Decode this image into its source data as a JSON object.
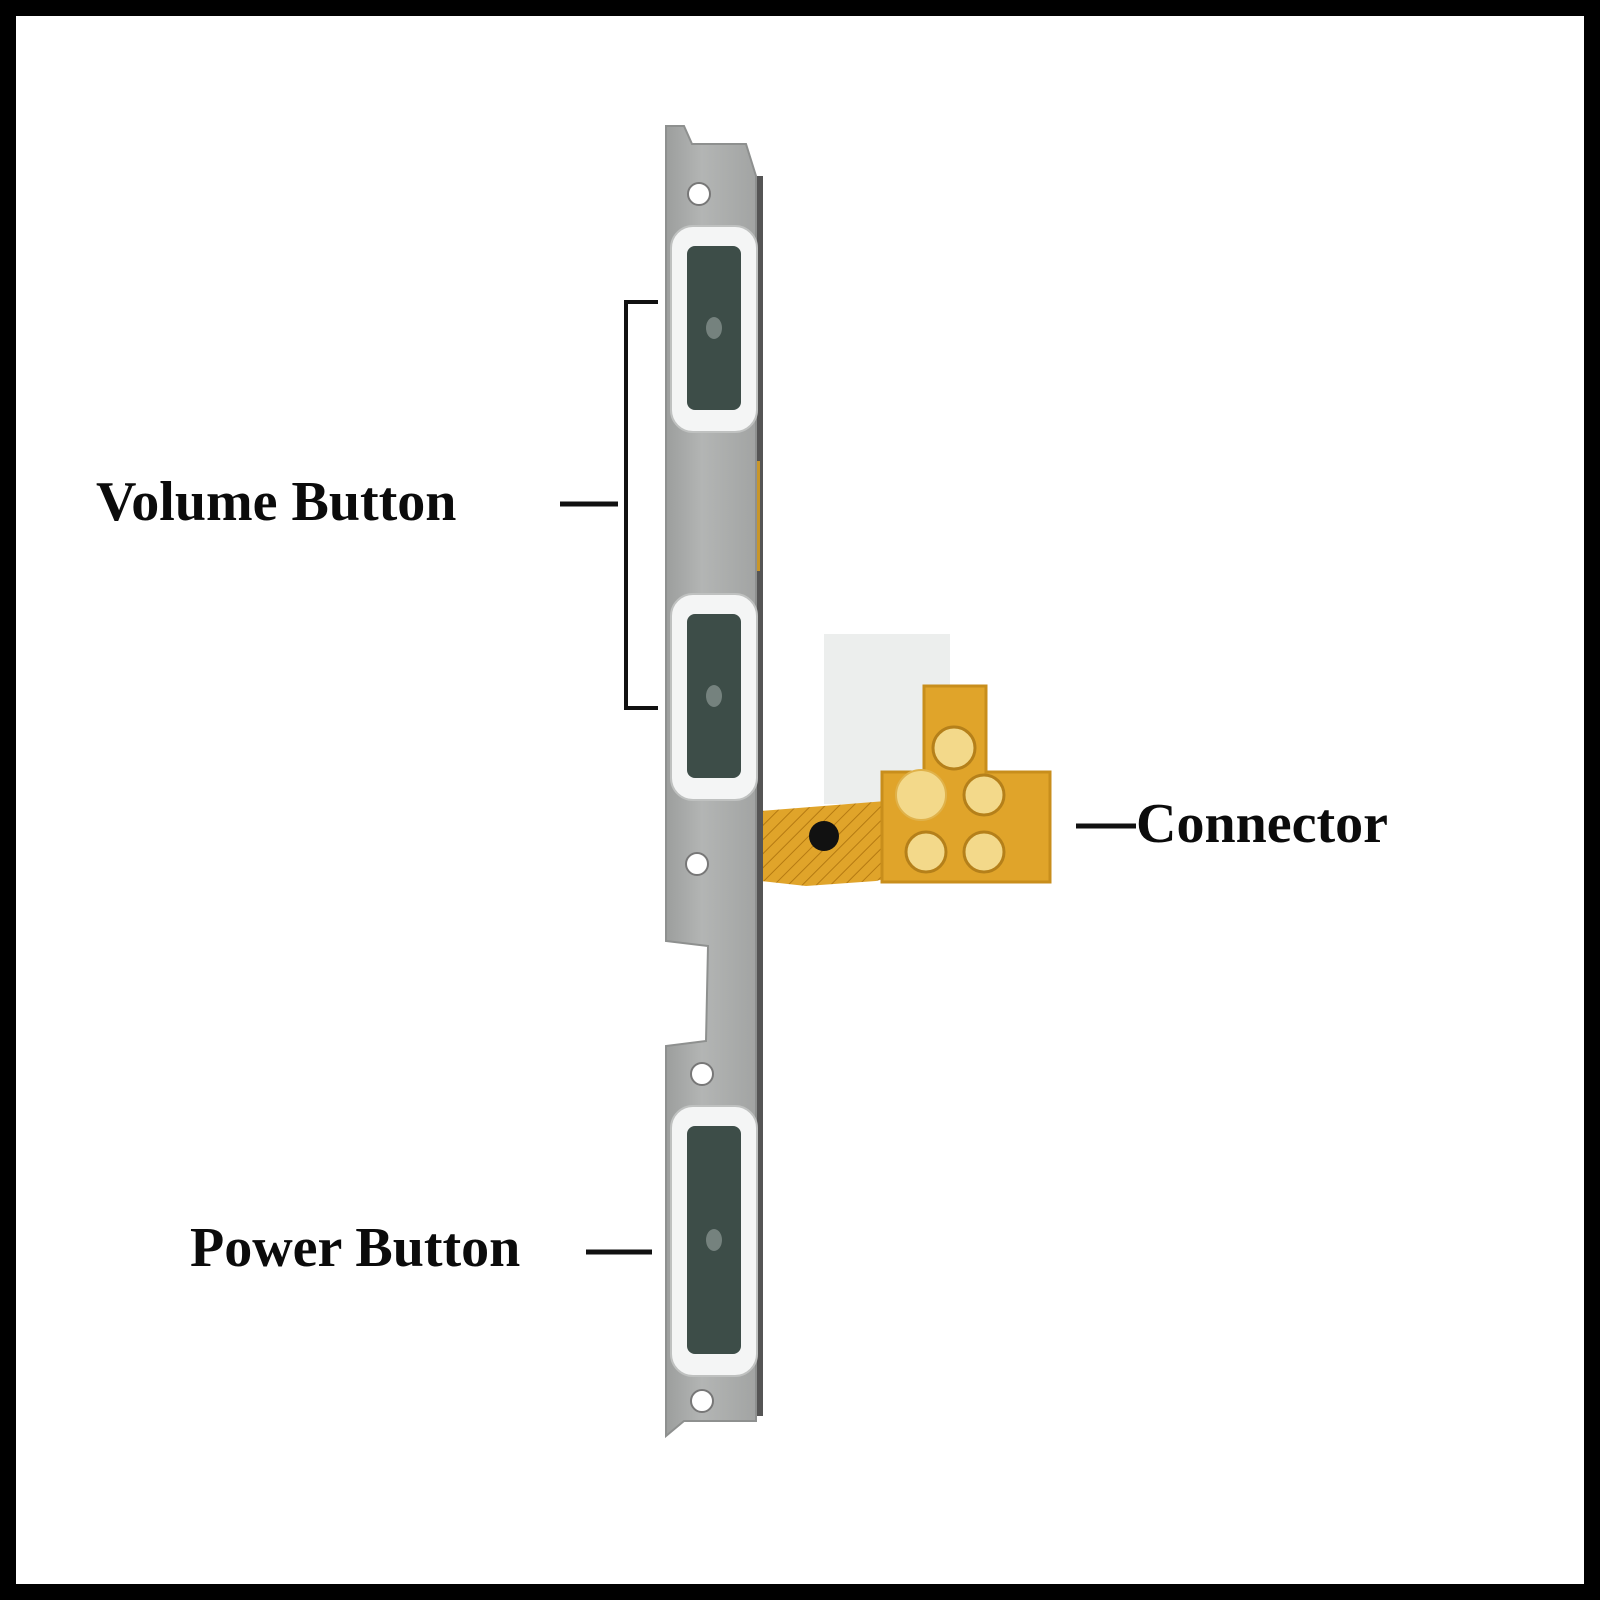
{
  "labels": {
    "volume": "Volume Button",
    "power": "Power Button",
    "connector": "Connector"
  },
  "colors": {
    "frame": "#000000",
    "background": "#ffffff",
    "bracket": "#a9abaa",
    "bracket_edge": "#8e908f",
    "button_rim": "#f4f5f5",
    "button_pad": "#3d4d48",
    "flex_cable": "#e0a42a",
    "contact_pad": "#f3d98a",
    "insulator": "#eceeed"
  },
  "components": [
    {
      "name": "volume-up-key"
    },
    {
      "name": "volume-down-key"
    },
    {
      "name": "power-key"
    },
    {
      "name": "flex-connector",
      "contacts": 5
    }
  ]
}
